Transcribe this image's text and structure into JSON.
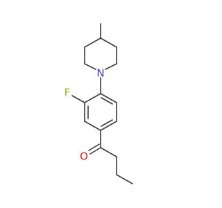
{
  "molecule": {
    "atoms": {
      "fluorine": {
        "symbol": "F",
        "color": "#8fb81f"
      },
      "nitrogen": {
        "symbol": "N",
        "color": "#3b3bdb"
      },
      "oxygen": {
        "symbol": "O",
        "color": "#e02020"
      }
    },
    "bond_color": "#3a3a3a"
  }
}
